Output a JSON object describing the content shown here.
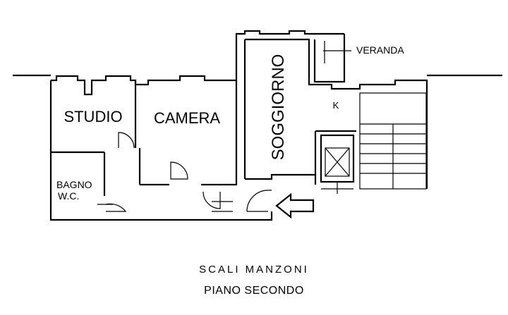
{
  "rooms": {
    "studio": "STUDIO",
    "camera": "CAMERA",
    "soggiorno": "SOGGIORNO",
    "bagno_line1": "BAGNO",
    "bagno_line2": "W.C.",
    "kitchen": "K",
    "veranda": "VERANDA"
  },
  "captions": {
    "address": "SCALI MANZONI",
    "floor": "PIANO SECONDO"
  },
  "icons": {
    "entrance": "entrance-arrow-icon",
    "elevator": "elevator-icon",
    "staircase": "staircase-icon"
  }
}
